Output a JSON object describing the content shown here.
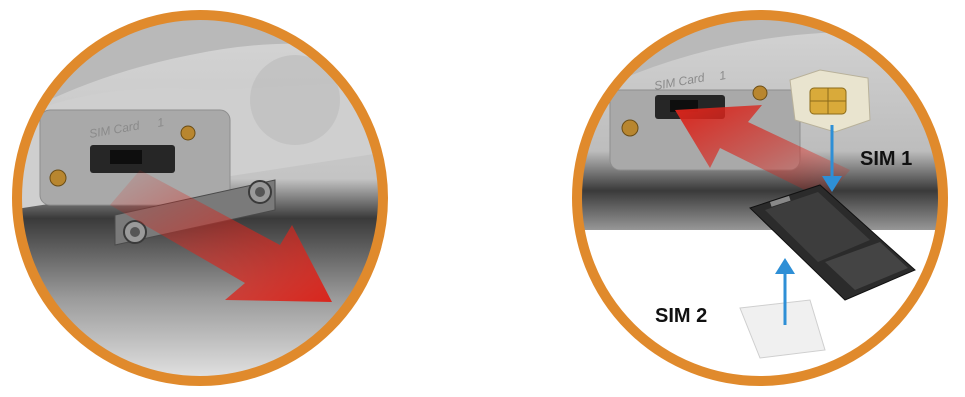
{
  "accent_color": "#e08a2c",
  "arrow_color": "#d9251c",
  "pointer_color": "#2e8fd6",
  "left": {
    "engraving": "SIM Card",
    "slot_number": "1",
    "icons": [
      "sim-slot-icon",
      "screw-icon",
      "sim-cover-plate-icon",
      "remove-arrow-icon"
    ]
  },
  "right": {
    "engraving": "SIM Card",
    "slot_number": "1",
    "sim1_label": "SIM 1",
    "sim2_label": "SIM 2",
    "icons": [
      "sim-chip-icon",
      "sim-tray-icon",
      "insert-arrow-icon",
      "down-arrow-icon",
      "up-arrow-icon"
    ]
  }
}
